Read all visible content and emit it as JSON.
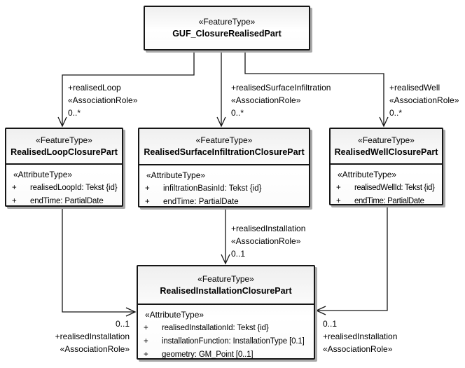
{
  "classes": {
    "top": {
      "stereotype": "«FeatureType»",
      "name": "GUF_ClosureRealisedPart"
    },
    "loop": {
      "stereotype": "«FeatureType»",
      "name": "RealisedLoopClosurePart",
      "attr_stereotype": "«AttributeType»",
      "attributes": [
        {
          "vis": "+",
          "text": "realisedLoopId: Tekst {id}"
        },
        {
          "vis": "+",
          "text": "endTime: PartialDate"
        }
      ]
    },
    "surface": {
      "stereotype": "«FeatureType»",
      "name": "RealisedSurfaceInfiltrationClosurePart",
      "attr_stereotype": "«AttributeType»",
      "attributes": [
        {
          "vis": "+",
          "text": "infiltrationBasinId: Tekst {id}"
        },
        {
          "vis": "+",
          "text": "endTime: PartialDate"
        }
      ]
    },
    "well": {
      "stereotype": "«FeatureType»",
      "name": "RealisedWellClosurePart",
      "attr_stereotype": "«AttributeType»",
      "attributes": [
        {
          "vis": "+",
          "text": "realisedWellId: Tekst {id}"
        },
        {
          "vis": "+",
          "text": "endTime: PartialDate"
        }
      ]
    },
    "installation": {
      "stereotype": "«FeatureType»",
      "name": "RealisedInstallationClosurePart",
      "attr_stereotype": "«AttributeType»",
      "attributes": [
        {
          "vis": "+",
          "text": "realisedInstallationId: Tekst {id}"
        },
        {
          "vis": "+",
          "text": "installationFunction: InstallationType [0.1]"
        },
        {
          "vis": "+",
          "text": "geometry: GM_Point [0..1]"
        }
      ]
    }
  },
  "associations": {
    "loop": {
      "role": "+realisedLoop",
      "stereotype": "«AssociationRole»",
      "multiplicity": "0..*"
    },
    "surface": {
      "role": "+realisedSurfaceInfiltration",
      "stereotype": "«AssociationRole»",
      "multiplicity": "0..*"
    },
    "well": {
      "role": "+realisedWell",
      "stereotype": "«AssociationRole»",
      "multiplicity": "0..*"
    },
    "installation_mid": {
      "role": "+realisedInstallation",
      "stereotype": "«AssociationRole»",
      "multiplicity": "0..1"
    },
    "installation_left": {
      "multiplicity": "0..1",
      "role": "+realisedInstallation",
      "stereotype": "«AssociationRole»"
    },
    "installation_right": {
      "multiplicity": "0..1",
      "role": "+realisedInstallation",
      "stereotype": "«AssociationRole»"
    }
  },
  "colors": {
    "line": "#161616",
    "box_border": "#161616",
    "box_fill": "#f4f4f4",
    "shadow": "#a9a9a9",
    "text": "#000000"
  }
}
